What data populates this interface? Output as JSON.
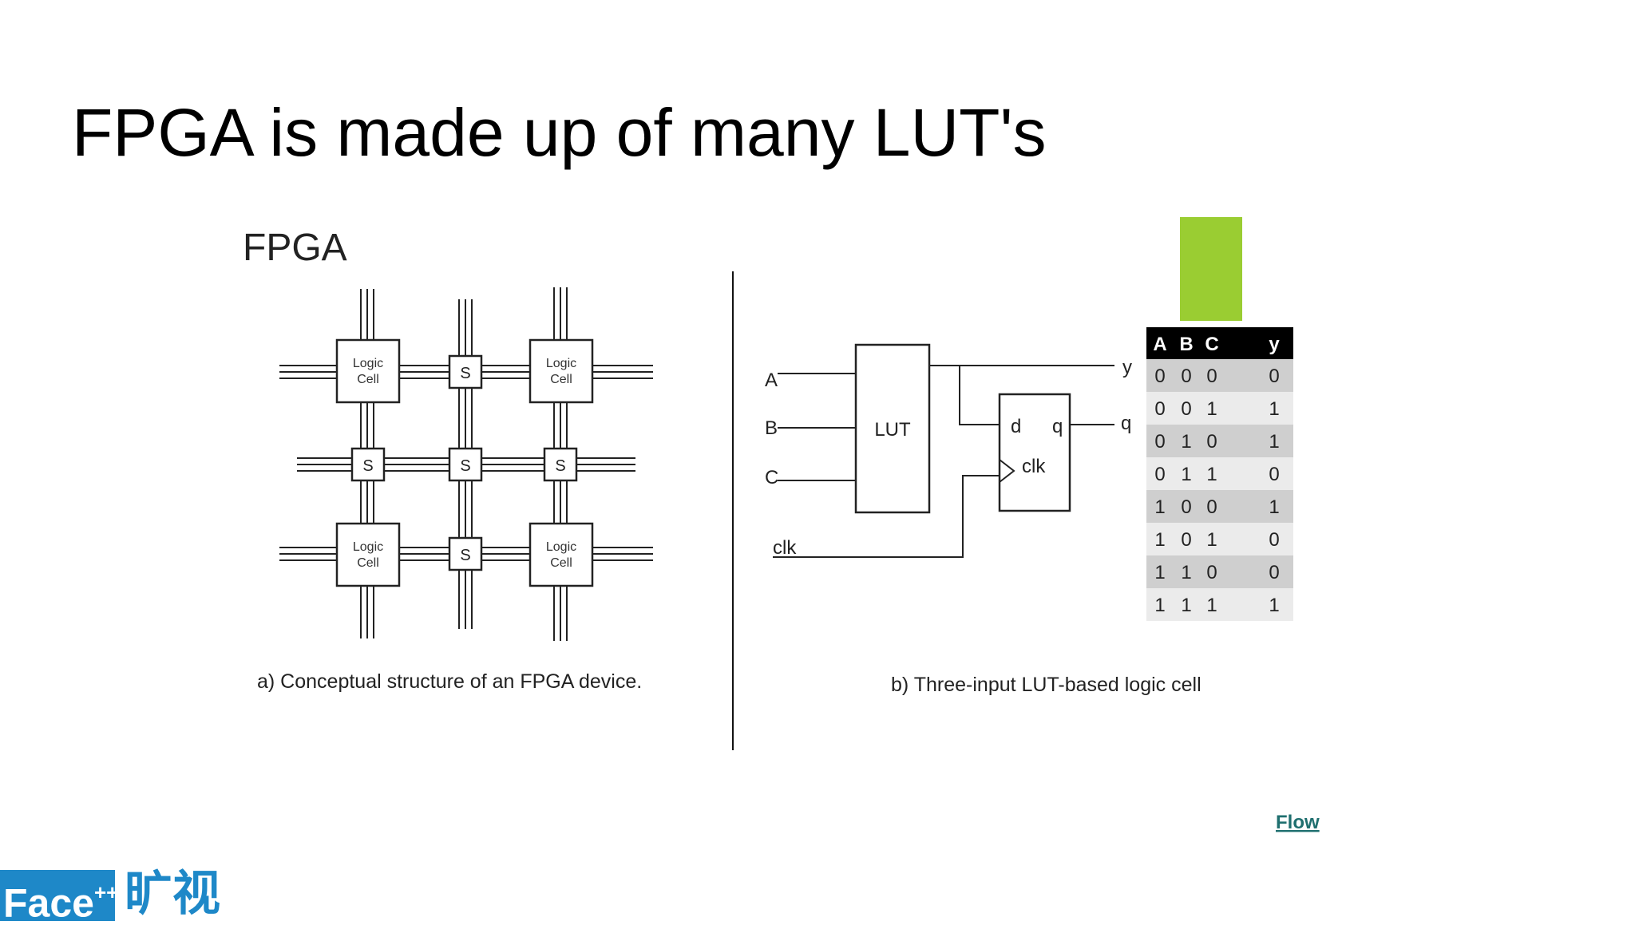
{
  "slide": {
    "title": "FPGA is made up of many LUT's",
    "link_text": "Flow",
    "logo": {
      "brand": "Face",
      "superscript": "++",
      "cn_text": "旷视"
    }
  },
  "left_figure": {
    "heading": "FPGA",
    "logic_cell_label_line1": "Logic",
    "logic_cell_label_line2": "Cell",
    "switch_label": "S",
    "caption": "a) Conceptual structure of an FPGA device."
  },
  "right_figure": {
    "inputs": [
      "A",
      "B",
      "C"
    ],
    "clock_input": "clk",
    "lut_label": "LUT",
    "ff_d": "d",
    "ff_q": "q",
    "ff_clk": "clk",
    "output_y": "y",
    "output_q": "q",
    "caption": "b) Three-input LUT-based logic cell",
    "truth_table": {
      "headers": [
        "A",
        "B",
        "C",
        "",
        "y"
      ],
      "rows": [
        [
          "0",
          "0",
          "0",
          "0"
        ],
        [
          "0",
          "0",
          "1",
          "1"
        ],
        [
          "0",
          "1",
          "0",
          "1"
        ],
        [
          "0",
          "1",
          "1",
          "0"
        ],
        [
          "1",
          "0",
          "0",
          "1"
        ],
        [
          "1",
          "0",
          "1",
          "0"
        ],
        [
          "1",
          "1",
          "0",
          "0"
        ],
        [
          "1",
          "1",
          "1",
          "1"
        ]
      ]
    }
  },
  "colors": {
    "accent_green": "#9acd32",
    "logo_blue": "#1e88c8",
    "table_header_bg": "#000000",
    "table_row_dark": "#cfcfcf",
    "table_row_light": "#ebebeb"
  }
}
